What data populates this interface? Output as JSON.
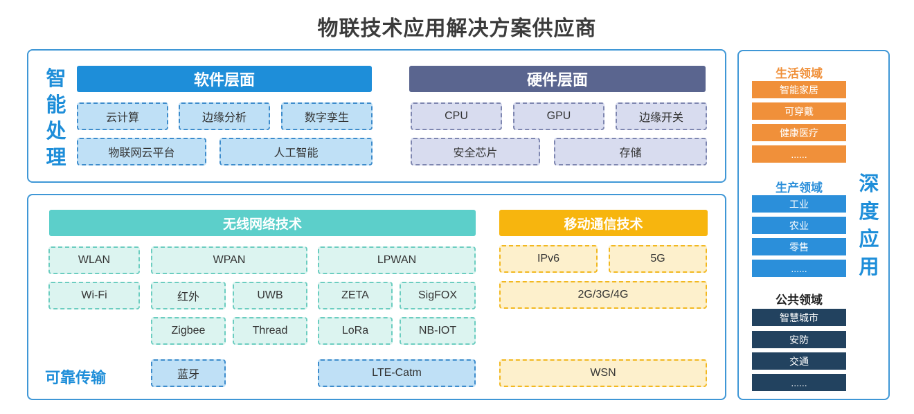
{
  "title": "物联技术应用解决方案供应商",
  "intelligent": {
    "label": "智能处理",
    "software": {
      "header": "软件层面",
      "items": [
        "云计算",
        "边缘分析",
        "数字孪生",
        "物联网云平台",
        "人工智能"
      ]
    },
    "hardware": {
      "header": "硬件层面",
      "items": [
        "CPU",
        "GPU",
        "边缘开关",
        "安全芯片",
        "存储"
      ]
    }
  },
  "transport": {
    "label": "可靠传输",
    "wireless": {
      "header": "无线网络技术",
      "items": [
        "WLAN",
        "WPAN",
        "LPWAN",
        "Wi-Fi",
        "红外",
        "UWB",
        "ZETA",
        "SigFOX",
        "Zigbee",
        "Thread",
        "LoRa",
        "NB-IOT",
        "蓝牙",
        "LTE-Catm"
      ]
    },
    "mobile": {
      "header": "移动通信技术",
      "items": [
        "IPv6",
        "5G",
        "2G/3G/4G",
        "WSN"
      ]
    }
  },
  "application": {
    "label": "深度应用",
    "life": {
      "title": "生活领域",
      "items": [
        "智能家居",
        "可穿戴",
        "健康医疗",
        "......"
      ]
    },
    "production": {
      "title": "生产领域",
      "items": [
        "工业",
        "农业",
        "零售",
        "......"
      ]
    },
    "public": {
      "title": "公共领域",
      "items": [
        "智慧城市",
        "安防",
        "交通",
        "......"
      ]
    }
  },
  "colors": {
    "panel_border": "#3f97d6",
    "software_header": "#1e8ed9",
    "hardware_header": "#5a658f",
    "wireless_header": "#5ccfca",
    "mobile_header": "#f7b50e",
    "life": "#f0903a",
    "production": "#2b8fda",
    "public": "#22425f"
  }
}
